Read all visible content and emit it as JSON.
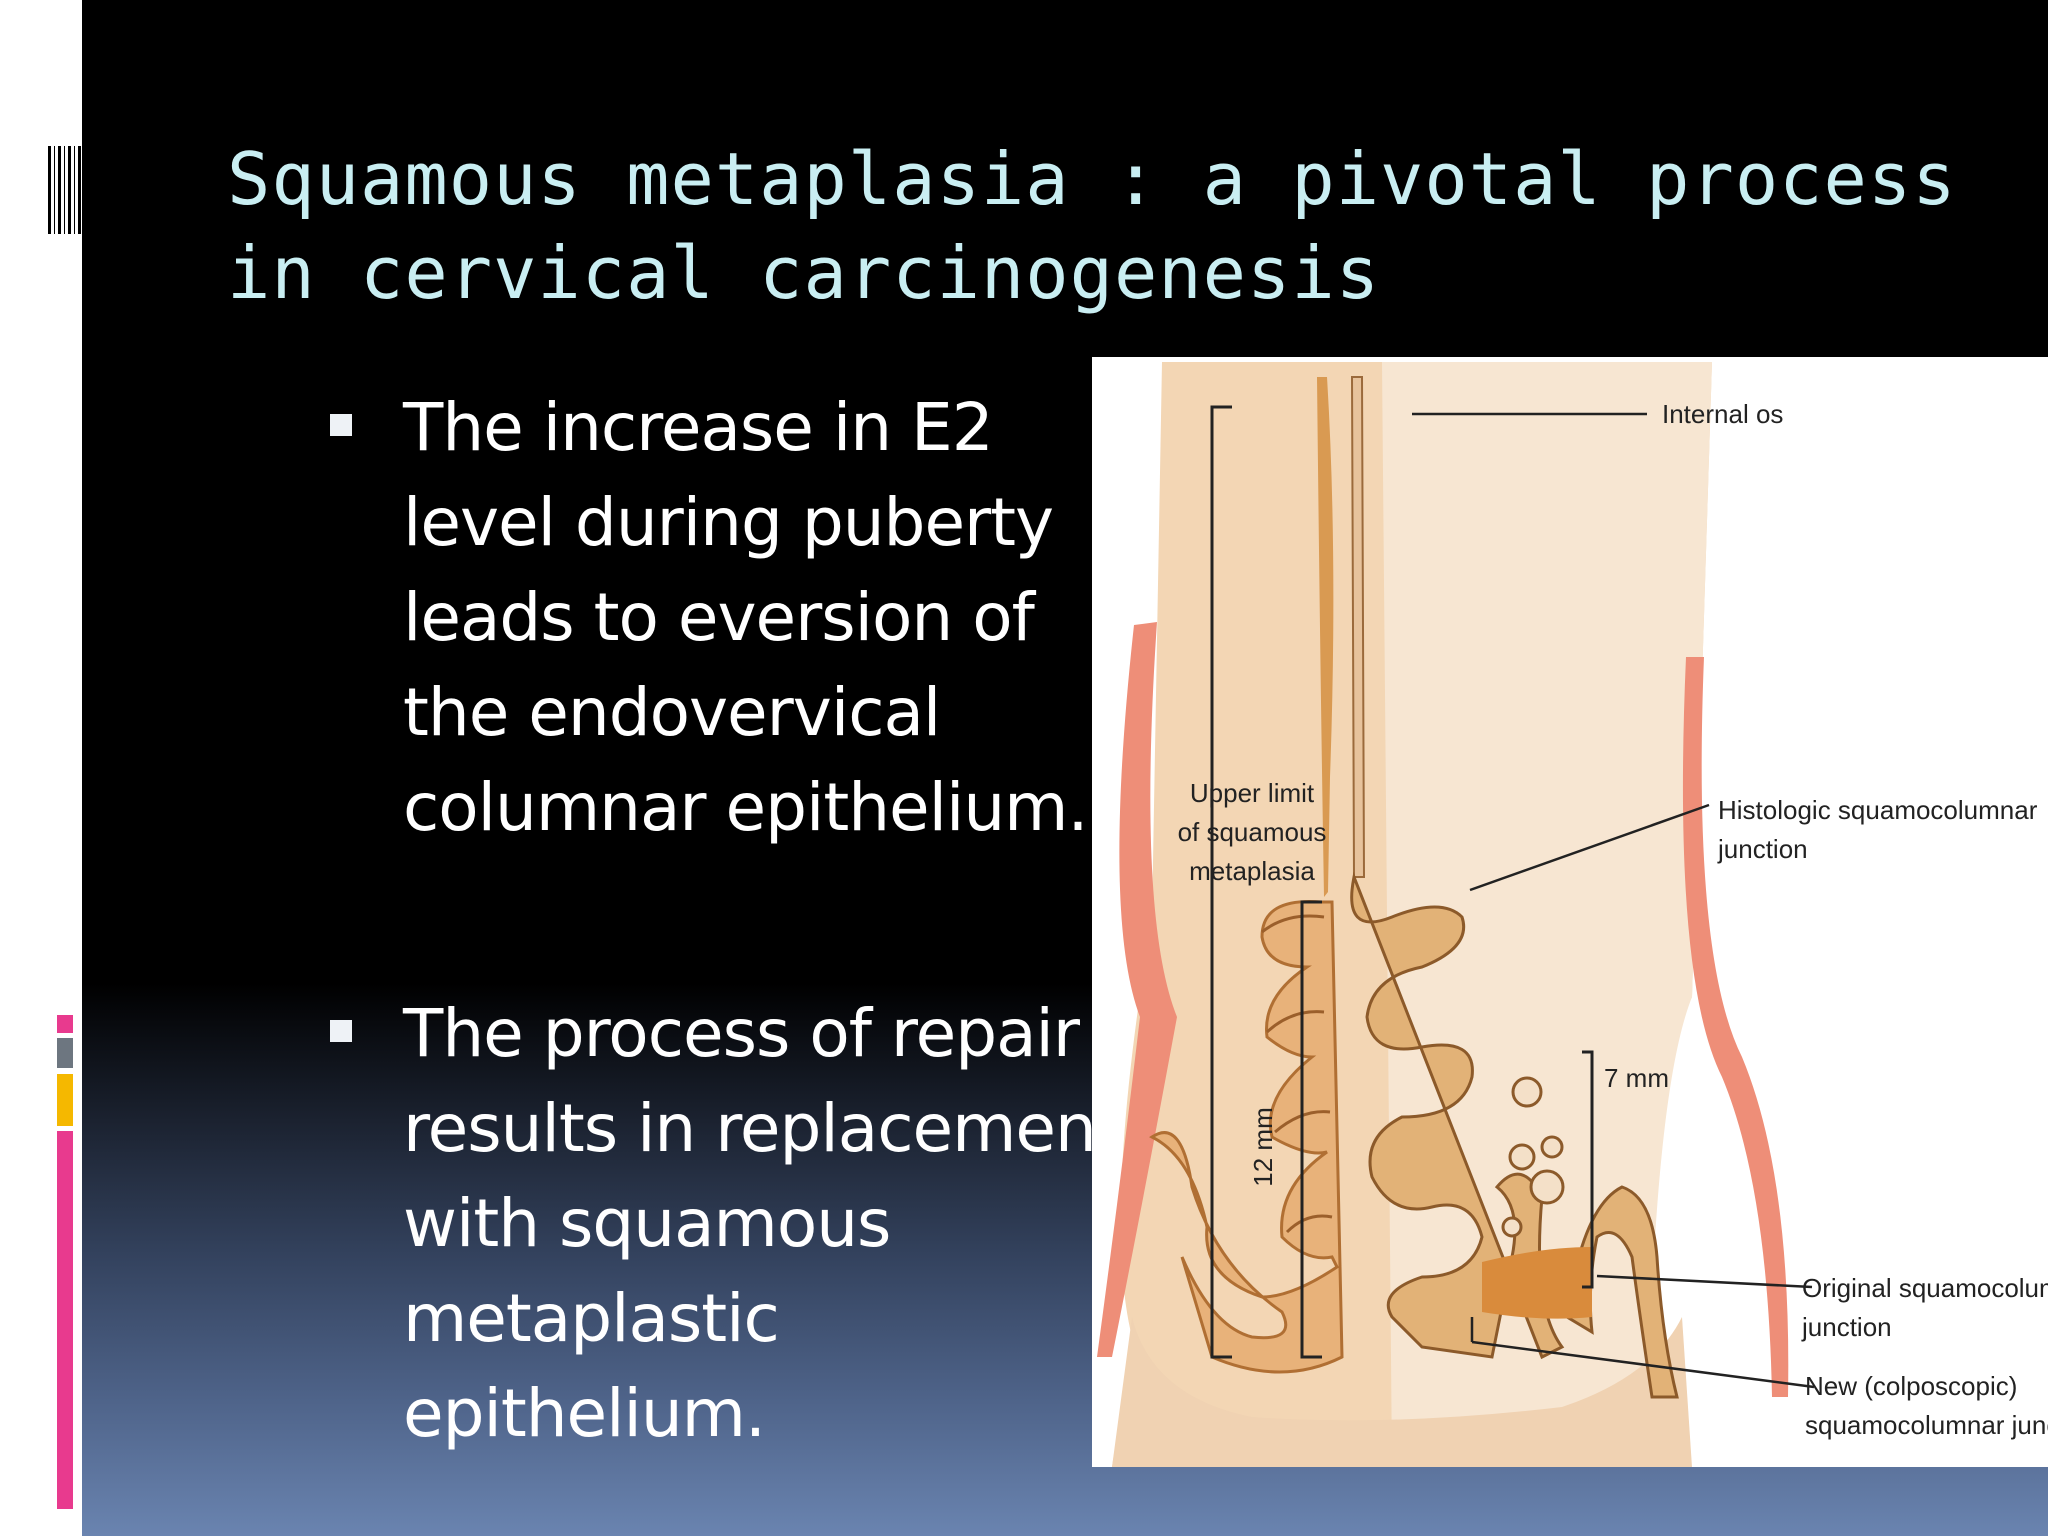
{
  "slide": {
    "title": "Squamous metaplasia : a pivotal process in cervical carcinogenesis",
    "bullets": [
      "The increase in  E2 level during puberty leads to eversion of the endovervical columnar epithelium.",
      "The process of repair results in replacement with squamous metaplastic epithelium."
    ]
  },
  "figure": {
    "labels": {
      "internal_os": "Internal os",
      "upper_limit_1": "Upper limit",
      "upper_limit_2": "of squamous",
      "upper_limit_3": "metaplasia",
      "histologic_1": "Histologic squamocolumnar",
      "histologic_2": "junction",
      "twelve_mm": "12 mm",
      "seven_mm": "7 mm",
      "original_1": "Original squamocolumnar",
      "original_2": "junction",
      "new_1": "New (colposcopic)",
      "new_2": "squamocolumnar junction"
    }
  },
  "colors": {
    "title": "#c9eef2",
    "tissue": "#f3d6b4",
    "epithelium": "#d99a52",
    "mucosa_edge": "#ee8e78",
    "accent_pink": "#e83a8e",
    "accent_yellow": "#f5b800",
    "accent_gray": "#6d7680"
  }
}
